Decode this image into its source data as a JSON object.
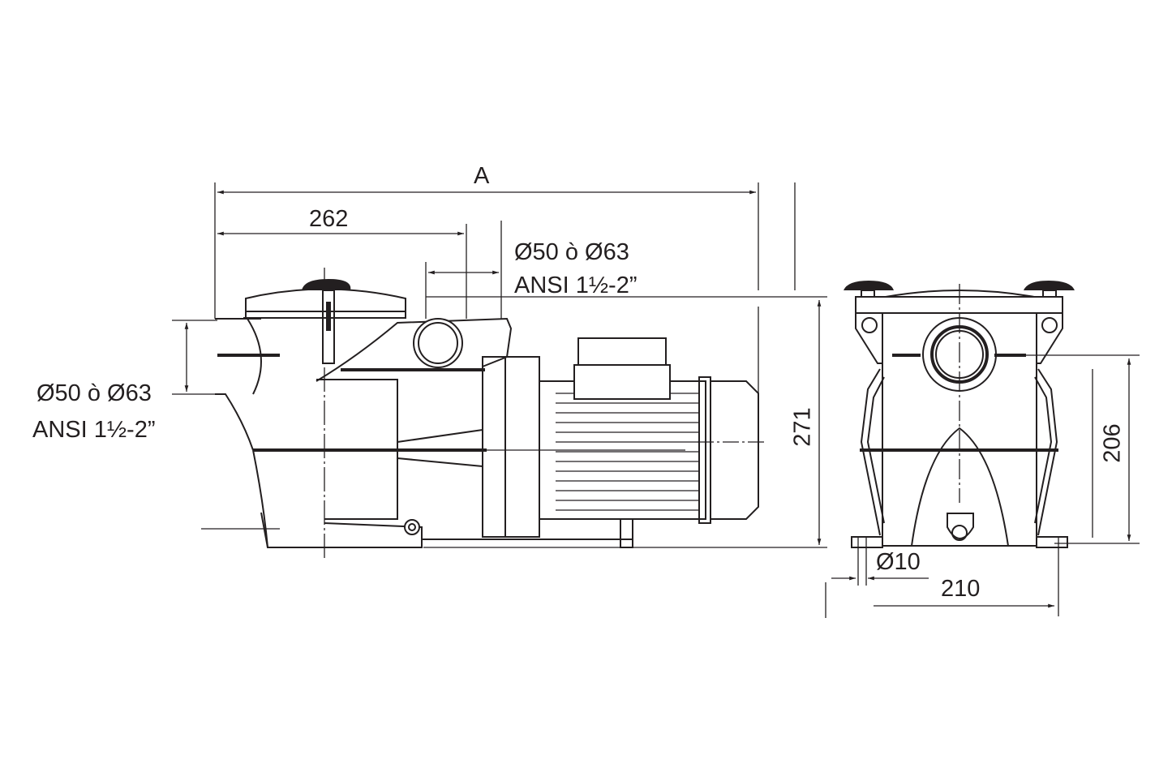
{
  "side_view": {
    "overall_length_label": "A",
    "inlet_to_outlet_label": "262",
    "outlet_diameter": "Ø50 ò Ø63",
    "outlet_ansi": "ANSI 1½-2”",
    "inlet_diameter": "Ø50 ò Ø63",
    "inlet_ansi": "ANSI 1½-2”",
    "height_label": "271"
  },
  "front_view": {
    "inlet_height_label": "206",
    "bolt_hole_label": "Ø10",
    "foot_spacing_label": "210"
  },
  "colors": {
    "line": "#231f20",
    "background": "#ffffff"
  }
}
